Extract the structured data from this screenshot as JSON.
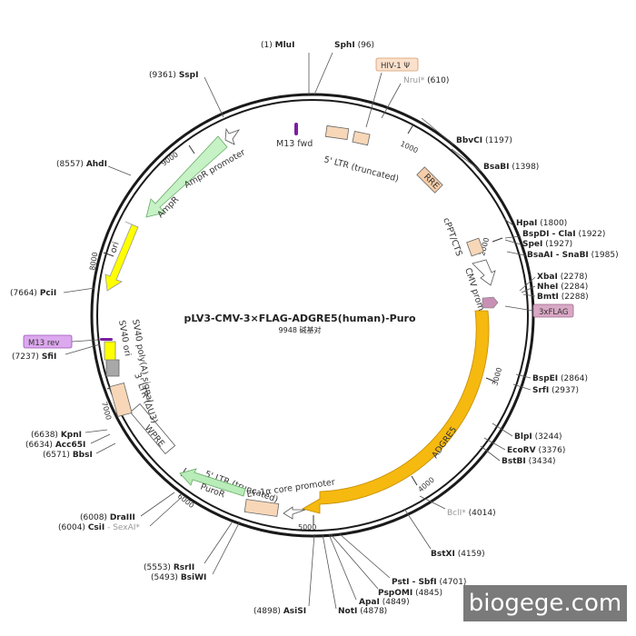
{
  "title": "pLV3-CMV-3×FLAG-ADGRE5(human)-Puro",
  "subtitle": "9948 碱基对",
  "watermark": "biogege.com",
  "ticks": [
    "1000",
    "2000",
    "3000",
    "4000",
    "5000",
    "6000",
    "7000",
    "8000",
    "9000"
  ],
  "features": {
    "m13_fwd": "M13 fwd",
    "ltr5": "5' LTR (truncated)",
    "rre": "RRE",
    "cppt": "cPPT/CTS",
    "cmv": "CMV promoter",
    "adgre5": "ADGRE5",
    "ef1a": "EF-1α core promoter",
    "ltr5b": "5' LTR (truncated)",
    "puror": "PuroR",
    "wpre": "WPRE",
    "ltr3": "3' LTR (ΔU3)",
    "sv40pa": "SV40 poly(A) signal",
    "sv40ori": "SV40 ori",
    "ori": "ori",
    "ampr": "AmpR",
    "ampr_prom": "AmpR promoter"
  },
  "tags": {
    "hiv": "HIV-1 Ψ",
    "flag": "3xFLAG",
    "m13rev": "M13 rev"
  },
  "colors": {
    "backbone": "#1a1a1a",
    "ltr": "#f7d7b8",
    "rre": "#f7cda9",
    "cds_orange": "#f5b90f",
    "ori": "#ffff00",
    "ampr": "#c6f2c6",
    "puror": "#b8ecb8",
    "promoter": "#ffffff",
    "flag": "#c890b4",
    "m13": "#7a1fa2",
    "sv40": "#a8a8a8",
    "tag_hiv": "#fbe1cc"
  },
  "sites": [
    {
      "pos": "(1)",
      "name": "MluI"
    },
    {
      "pos": "(96)",
      "name": "SphI"
    },
    {
      "pos": "(610)",
      "name": "NruI*"
    },
    {
      "pos": "(1197)",
      "name": "BbvCI"
    },
    {
      "pos": "(1398)",
      "name": "BsaBI"
    },
    {
      "pos": "(1800)",
      "name": "HpaI"
    },
    {
      "pos": "(1922)",
      "name": "BspDI - ClaI"
    },
    {
      "pos": "(1927)",
      "name": "SpeI"
    },
    {
      "pos": "(1985)",
      "name": "BsaAI - SnaBI"
    },
    {
      "pos": "(2278)",
      "name": "XbaI"
    },
    {
      "pos": "(2284)",
      "name": "NheI"
    },
    {
      "pos": "(2288)",
      "name": "BmtI"
    },
    {
      "pos": "(2864)",
      "name": "BspEI"
    },
    {
      "pos": "(2937)",
      "name": "SrfI"
    },
    {
      "pos": "(3244)",
      "name": "BlpI"
    },
    {
      "pos": "(3376)",
      "name": "EcoRV"
    },
    {
      "pos": "(3434)",
      "name": "BstBI"
    },
    {
      "pos": "(4014)",
      "name": "BclI*"
    },
    {
      "pos": "(4159)",
      "name": "BstXI"
    },
    {
      "pos": "(4701)",
      "name": "PstI - SbfI"
    },
    {
      "pos": "(4845)",
      "name": "PspOMI"
    },
    {
      "pos": "(4849)",
      "name": "ApaI"
    },
    {
      "pos": "(4878)",
      "name": "NotI"
    },
    {
      "pos": "(4898)",
      "name": "AsiSI"
    },
    {
      "pos": "(5493)",
      "name": "BsiWI"
    },
    {
      "pos": "(5553)",
      "name": "RsrII"
    },
    {
      "pos": "(6004)",
      "name": "CsiI",
      "extra": " - SexAI*"
    },
    {
      "pos": "(6008)",
      "name": "DraIII"
    },
    {
      "pos": "(6571)",
      "name": "BbsI"
    },
    {
      "pos": "(6634)",
      "name": "Acc65I"
    },
    {
      "pos": "(6638)",
      "name": "KpnI"
    },
    {
      "pos": "(7237)",
      "name": "SfiI"
    },
    {
      "pos": "(7664)",
      "name": "PciI"
    },
    {
      "pos": "(8557)",
      "name": "AhdI"
    },
    {
      "pos": "(9361)",
      "name": "SspI"
    }
  ]
}
